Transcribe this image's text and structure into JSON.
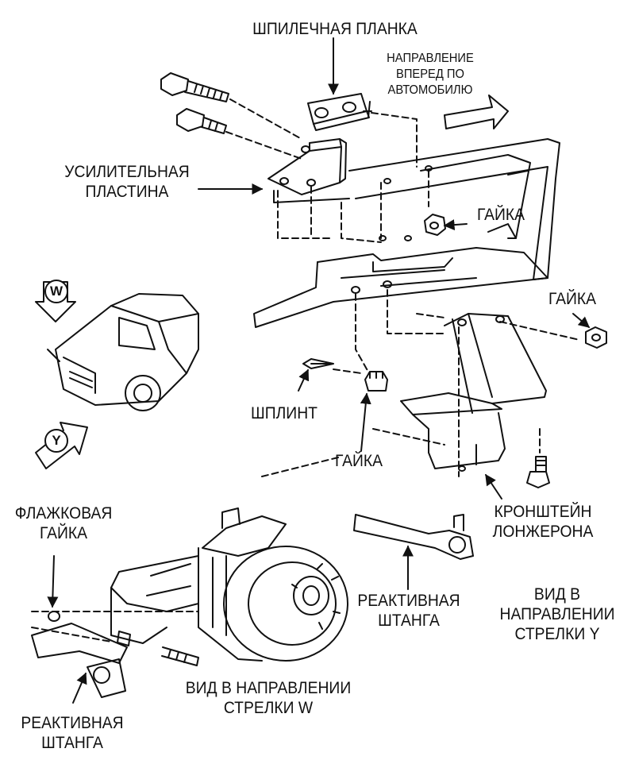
{
  "labels": {
    "stud_plate": "ШПИЛЕЧНАЯ ПЛАНКА",
    "direction": [
      "НАПРАВЛЕНИЕ",
      "ВПЕРЕД ПО",
      "АВТОМОБИЛЮ"
    ],
    "reinforcement_plate": [
      "УСИЛИТЕЛЬНАЯ",
      "ПЛАСТИНА"
    ],
    "nut_top": "ГАЙКА",
    "nut_right": "ГАЙКА",
    "cotter_pin": "ШПЛИНТ",
    "nut_bottom": "ГАЙКА",
    "frame_bracket": [
      "КРОНШТЕЙН",
      "ЛОНЖЕРОНА"
    ],
    "flag_nut": [
      "ФЛАЖКОВАЯ",
      "ГАЙКА"
    ],
    "track_rod_center": [
      "РЕАКТИВНАЯ",
      "ШТАНГА"
    ],
    "track_rod_bottom": [
      "РЕАКТИВНАЯ",
      "ШТАНГА"
    ],
    "view_y": [
      "ВИД В",
      "НАПРАВЛЕНИИ",
      "СТРЕЛКИ Y"
    ],
    "view_w": [
      "ВИД В НАПРАВЛЕНИИ",
      "СТРЕЛКИ W"
    ]
  },
  "markers": {
    "w": "W",
    "y": "Y"
  }
}
